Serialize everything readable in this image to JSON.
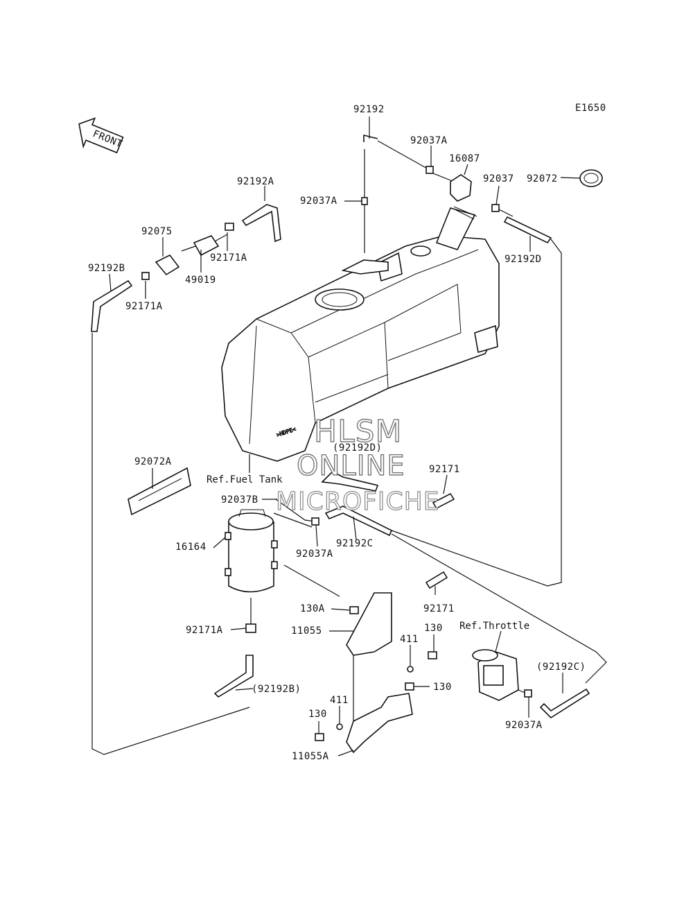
{
  "diagram": {
    "code": "E1650",
    "front_label": "FRONT",
    "parts": {
      "p92192": "92192",
      "p92037A_top": "92037A",
      "p16087": "16087",
      "p92037": "92037",
      "p92072": "92072",
      "p92037A_left": "92037A",
      "p92192A": "92192A",
      "p92075": "92075",
      "p92171A_a": "92171A",
      "p49019": "49019",
      "p92192B": "92192B",
      "p92171A_b": "92171A",
      "p92192D": "92192D",
      "p92192D_ref": "(92192D)",
      "p92072A": "92072A",
      "p92037B": "92037B",
      "p92171_a": "92171",
      "p16164": "16164",
      "p92037A_mid": "92037A",
      "p92192C": "92192C",
      "p92171_b": "92171",
      "p130A": "130A",
      "p11055": "11055",
      "p130_a": "130",
      "p411_a": "411",
      "p130_b": "130",
      "p92171A_c": "92171A",
      "p92192B_ref": "(92192B)",
      "p411_b": "411",
      "p130_c": "130",
      "p11055A": "11055A",
      "p92192C_ref": "(92192C)",
      "p92037A_bottom": "92037A"
    },
    "refs": {
      "fuel_tank": "Ref.Fuel Tank",
      "throttle": "Ref.Throttle"
    },
    "watermark": {
      "line1": "HLSM",
      "line2": "ONLINE",
      "line3": "MICROFICHE"
    }
  }
}
